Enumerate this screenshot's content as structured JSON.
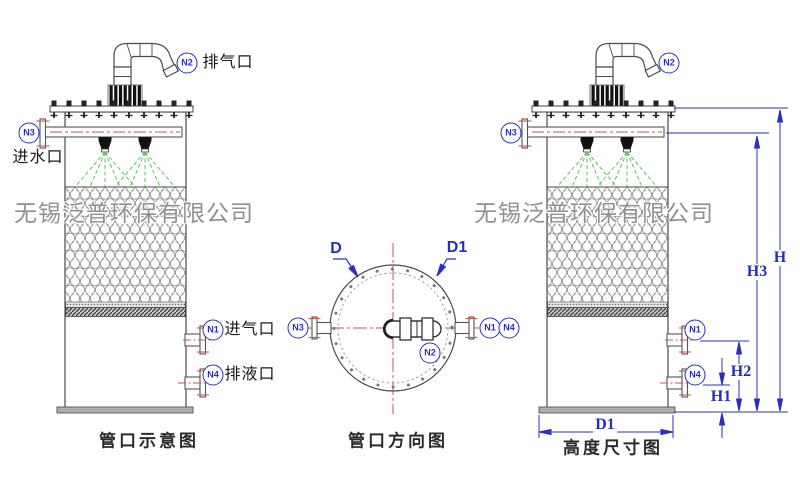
{
  "watermark": "无锡泛普环保有限公司",
  "colors": {
    "line": "#4a4a4a",
    "centerline_red": "#cc5555",
    "spray_green": "#57c957",
    "dimension_blue": "#2a2ec4"
  },
  "left_view": {
    "caption": "管口示意图",
    "ports": [
      {
        "id": "N2",
        "label": "排气口"
      },
      {
        "id": "N3",
        "label": "进水口"
      },
      {
        "id": "N1",
        "label": "进气口"
      },
      {
        "id": "N4",
        "label": "排液口"
      }
    ]
  },
  "middle_view": {
    "caption": "管口方向图",
    "diameter_labels": [
      "D",
      "D1"
    ],
    "ports": [
      "N3",
      "N1",
      "N4",
      "N2"
    ]
  },
  "right_view": {
    "caption": "高度尺寸图",
    "ports": [
      "N2",
      "N3",
      "N1",
      "N4"
    ],
    "dim_labels": [
      "H",
      "H3",
      "H2",
      "H1",
      "D1"
    ]
  }
}
